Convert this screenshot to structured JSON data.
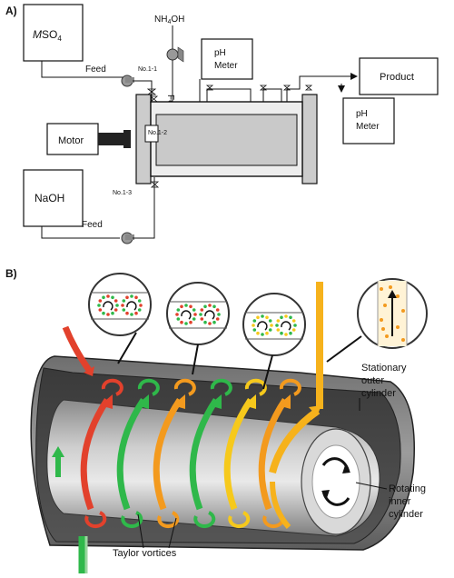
{
  "panel_a": {
    "label": "A)",
    "msoxbox": {
      "prefix": "M",
      "rest": "SO",
      "sub": "4"
    },
    "naoh": "NaOH",
    "motor": "Motor",
    "nh4oh": {
      "pre": "NH",
      "sub": "4",
      "post": "OH"
    },
    "feed_top": "Feed",
    "feed_vertical": "Feed",
    "feed_bottom": "Feed",
    "ph_meter_1": {
      "line1": "pH",
      "line2": "Meter"
    },
    "ph_meter_2": {
      "line1": "pH",
      "line2": "Meter"
    },
    "product": "Product",
    "port_1_1": "No.1-1",
    "port_1_2": "No.1-2",
    "port_1_3": "No.1-3"
  },
  "panel_b": {
    "label": "B)",
    "stationary": {
      "line1": "Stationary",
      "line2": "outer",
      "line3": "cylinder"
    },
    "rotating": {
      "line1": "Rotating",
      "line2": "inner",
      "line3": "cylinder"
    },
    "taylor": "Taylor vortices"
  },
  "colors": {
    "red": "#e2412c",
    "orange": "#f39a1e",
    "yellow": "#f6c91c",
    "green": "#2fb84a",
    "gray_reactor": "#d3d3d3",
    "dark_outline": "#1a1a1a"
  }
}
